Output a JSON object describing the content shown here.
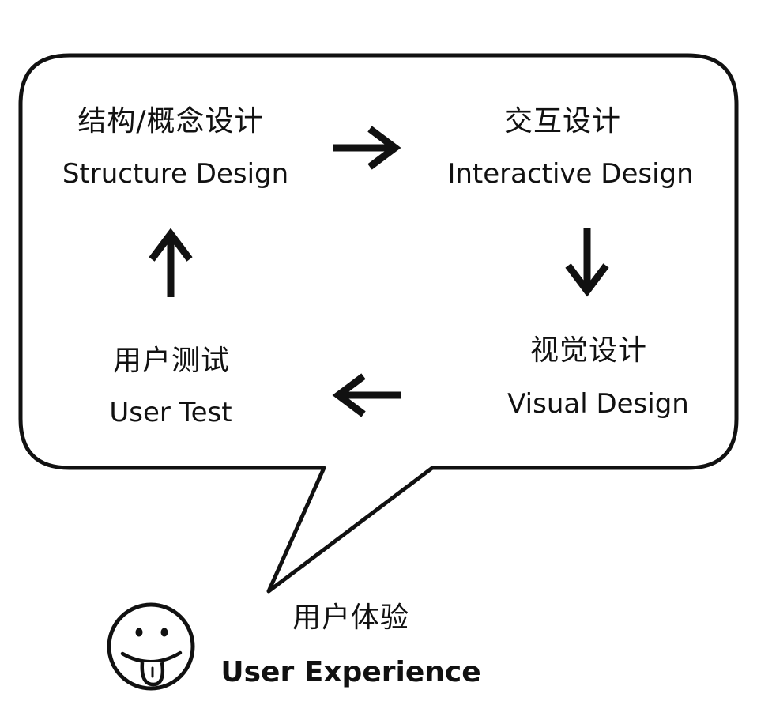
{
  "nodes": {
    "structure": {
      "cn": "结构/概念设计",
      "en": "Structure Design"
    },
    "interactive": {
      "cn": "交互设计",
      "en": "Interactive Design"
    },
    "visual": {
      "cn": "视觉设计",
      "en": "Visual Design"
    },
    "user_test": {
      "cn": "用户测试",
      "en": "User Test"
    }
  },
  "footer": {
    "cn": "用户体验",
    "en": "User Experience",
    "icon": "smiley-tongue-icon"
  },
  "colors": {
    "stroke": "#111111",
    "background": "#ffffff"
  }
}
